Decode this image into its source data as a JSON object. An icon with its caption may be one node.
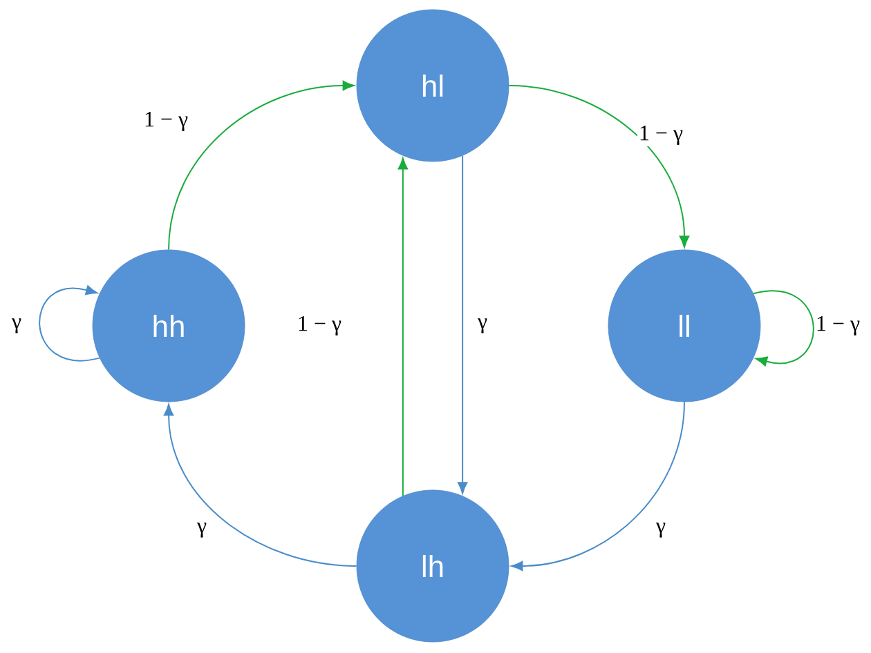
{
  "diagram": {
    "nodes": [
      {
        "text": [
          "hl"
        ]
      },
      {
        "text": [
          "hh"
        ]
      },
      {
        "text": [
          "ll"
        ]
      },
      {
        "text": [
          "lh"
        ]
      }
    ],
    "edges": [
      {
        "from": 1,
        "to": 1,
        "arrow": "to",
        "label": "γ",
        "color": "#4a8cc9"
      },
      {
        "from": 1,
        "to": 0,
        "arrow": "to",
        "label": "1 − γ",
        "color": "#1aac3c"
      },
      {
        "from": 0,
        "to": 2,
        "arrow": "to",
        "label": "1 − γ",
        "color": "#1aac3c"
      },
      {
        "from": 2,
        "to": 2,
        "arrow": "to",
        "label": "1 − γ",
        "color": "#1aac3c"
      },
      {
        "from": 0,
        "to": 3,
        "arrow": "to",
        "label": "γ",
        "color": "#4a8cc9"
      },
      {
        "from": 3,
        "to": 0,
        "arrow": "to",
        "label": "1 − γ",
        "color": "#1aac3c"
      },
      {
        "from": 2,
        "to": 3,
        "arrow": "to",
        "label": "γ",
        "color": "#4a8cc9"
      },
      {
        "from": 3,
        "to": 1,
        "arrow": "to",
        "label": "γ",
        "color": "#4a8cc9"
      }
    ]
  }
}
